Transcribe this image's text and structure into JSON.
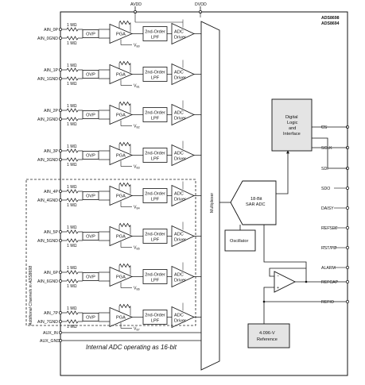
{
  "supplies": {
    "avdd": "AVDD",
    "dvdd": "DVDD"
  },
  "part_numbers": {
    "line1": "ADS8698",
    "line2": "ADS8694"
  },
  "channels": [
    {
      "p": "AIN_0P",
      "gnd": "AIN_0GND",
      "vb": "V",
      "vb_sub": "B0"
    },
    {
      "p": "AIN_1P",
      "gnd": "AIN_1GND",
      "vb": "V",
      "vb_sub": "B1"
    },
    {
      "p": "AIN_2P",
      "gnd": "AIN_2GND",
      "vb": "V",
      "vb_sub": "B2"
    },
    {
      "p": "AIN_3P",
      "gnd": "AIN_3GND",
      "vb": "V",
      "vb_sub": "B3"
    },
    {
      "p": "AIN_4P",
      "gnd": "AIN_4GND",
      "vb": "V",
      "vb_sub": "B4"
    },
    {
      "p": "AIN_5P",
      "gnd": "AIN_5GND",
      "vb": "V",
      "vb_sub": "B5"
    },
    {
      "p": "AIN_6P",
      "gnd": "AIN_6GND",
      "vb": "V",
      "vb_sub": "B6"
    },
    {
      "p": "AIN_7P",
      "gnd": "AIN_7GND",
      "vb": "V",
      "vb_sub": "B7"
    }
  ],
  "blocks": {
    "resistor": "1 MΩ",
    "ovp": "OVP",
    "pga": "PGA",
    "lpf_line1": "2nd-Order",
    "lpf_line2": "LPF",
    "drv_line1": "ADC",
    "drv_line2": "Driver",
    "mux": "Multiplexer",
    "adc_line1": "18-Bit",
    "adc_line2": "SAR ADC",
    "osc": "Oscillator",
    "logic_line1": "Digital",
    "logic_line2": "Logic",
    "logic_line3": "and",
    "logic_line4": "Interface",
    "ref_line1": "4.096-V",
    "ref_line2": "Reference"
  },
  "additional_channels_label": "Additional Channels in ADS8698",
  "aux": {
    "in": "AUX_IN",
    "gnd": "AUX_GND",
    "note": "Internal ADC operating as 16-bit"
  },
  "pins": {
    "cs": "CS",
    "sclk": "SCLK",
    "sdi": "SDI",
    "sdo": "SDO",
    "daisy": "DAISY",
    "refsel": "REFSEL",
    "rst_pd": "RST/PD",
    "alarm": "ALARM",
    "refcap": "REFCAP",
    "refio": "REFIO"
  }
}
